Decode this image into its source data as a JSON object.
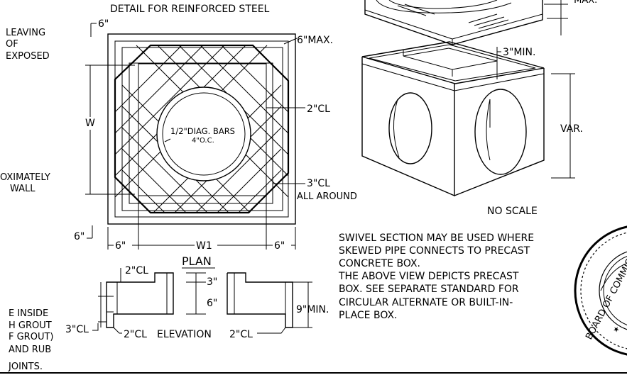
{
  "title": "DETAIL FOR REINFORCED STEEL",
  "left_notes": {
    "top": [
      "LEAVING",
      "OF",
      "EXPOSED"
    ],
    "mid": [
      "OXIMATELY",
      "WALL"
    ],
    "bottom": [
      "E INSIDE",
      "H GROUT",
      "F GROUT)",
      "AND RUB",
      "JOINTS."
    ]
  },
  "plan": {
    "label": "PLAN",
    "dim_6_top": "6\"",
    "dim_6_max": "6\"MAX.",
    "dim_2_cl": "2\"CL",
    "dim_3_cl": "3\"CL",
    "all_around": "ALL AROUND",
    "dim_w": "W",
    "dim_w1": "W1",
    "dim_6_left": "6\"",
    "dim_6_bottom_left": "6\"",
    "dim_6_bottom_right": "6\"",
    "bars_label_1": "1/2\"DIAG. BARS",
    "bars_label_2": "4\"O.C."
  },
  "elevation": {
    "label_left": "2\"CL",
    "label_mid": "ELEVATION",
    "label_right": "2\"CL",
    "dim_2_cl_top": "2\"CL",
    "dim_3_cl": "3\"CL",
    "dim_3": "3\"",
    "dim_6": "6\"",
    "dim_9_min": "9\"MIN."
  },
  "iso": {
    "dim_3_min": "3\"MIN.",
    "dim_var": "VAR.",
    "dim_max_top": "\" MAX.",
    "no_scale": "NO SCALE"
  },
  "notes": [
    "SWIVEL SECTION MAY BE USED WHERE",
    "SKEWED PIPE CONNECTS TO PRECAST",
    "CONCRETE BOX.",
    "THE ABOVE VIEW DEPICTS PRECAST",
    "BOX. SEE SEPARATE STANDARD FOR",
    "CIRCULAR ALTERNATE OR BUILT-IN-",
    "PLACE BOX."
  ],
  "seal": {
    "text": "BOARD OF COMMISS"
  }
}
